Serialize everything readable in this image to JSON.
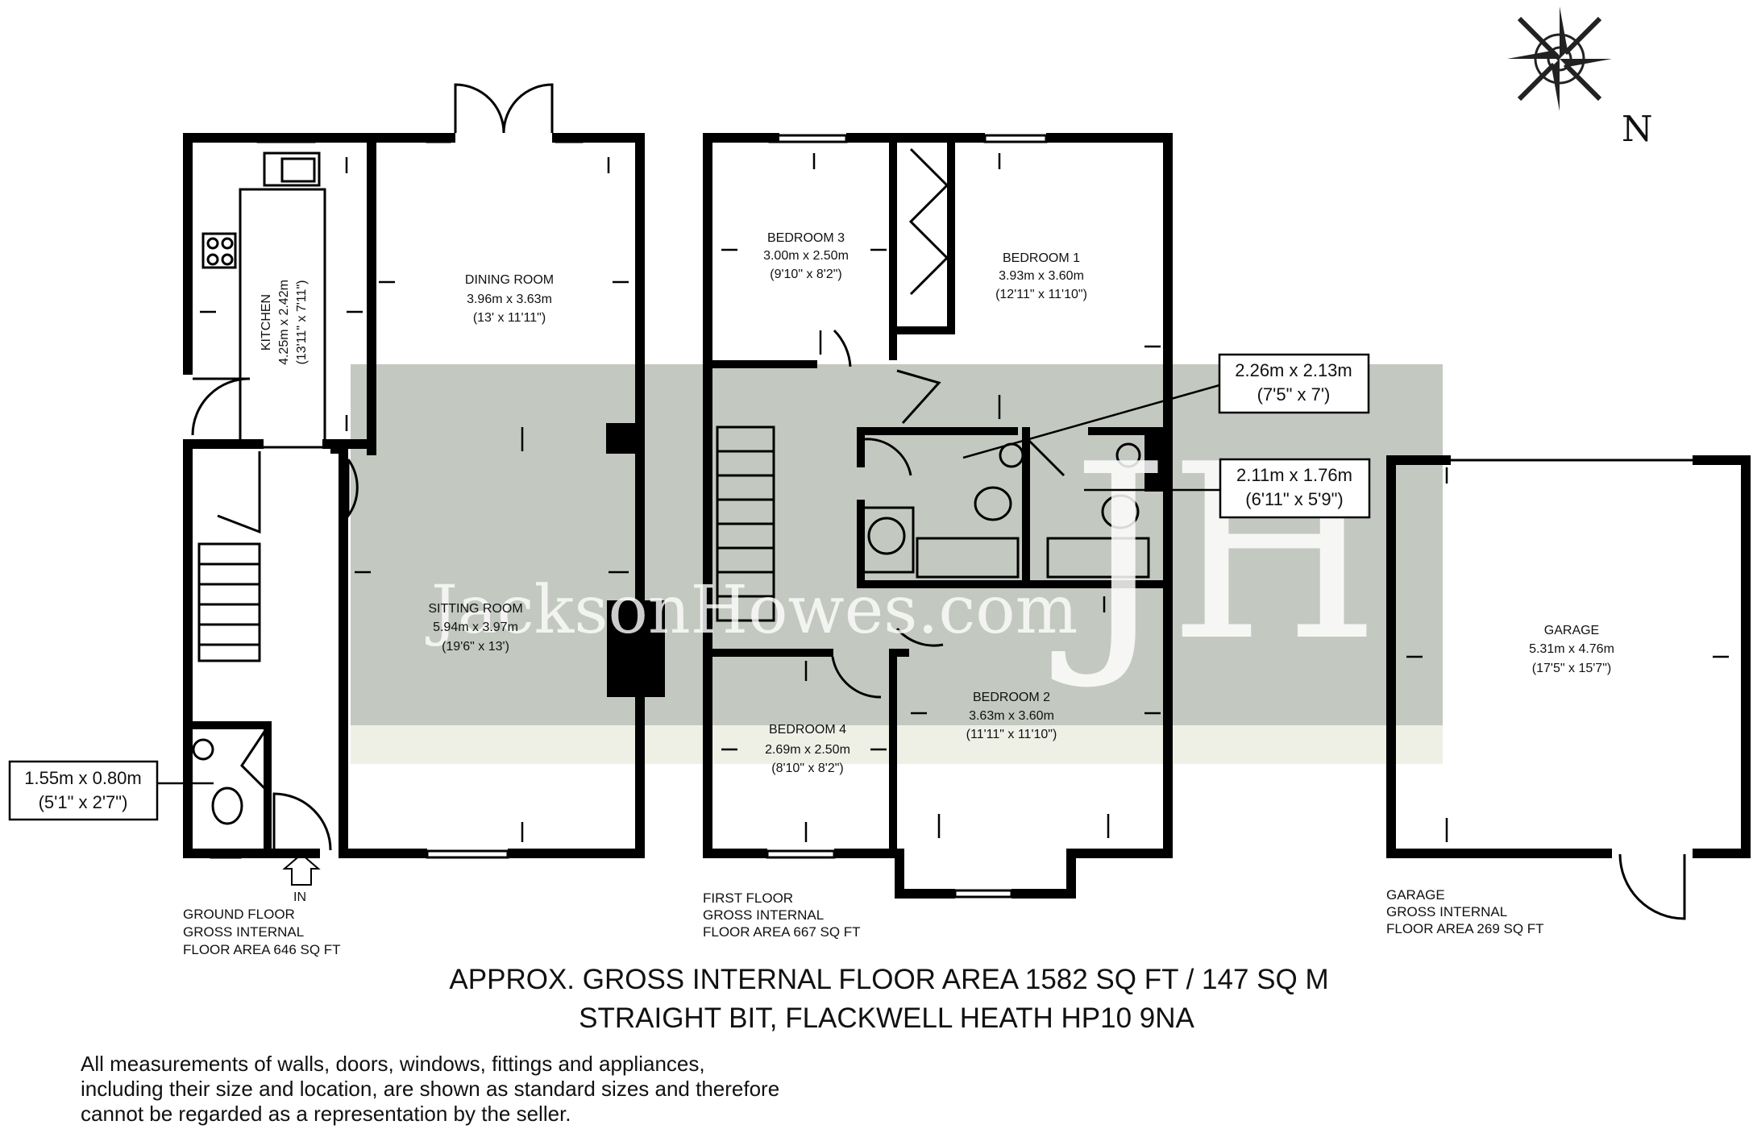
{
  "watermark": {
    "text": "JacksonHowes.com",
    "monogram": "JH",
    "band_color": "#b9bfb5"
  },
  "compass": {
    "label": "N"
  },
  "ground_floor": {
    "kitchen": {
      "name": "KITCHEN",
      "metric": "4.25m x 2.42m",
      "imperial": "(13'11\" x 7'11\")"
    },
    "dining_room": {
      "name": "DINING ROOM",
      "metric": "3.96m x 3.63m",
      "imperial": "(13' x 11'11\")"
    },
    "sitting_room": {
      "name": "SITTING ROOM",
      "metric": "5.94m x 3.97m",
      "imperial": "(19'6\" x 13')"
    },
    "wc_callout": {
      "metric": "1.55m x 0.80m",
      "imperial": "(5'1\" x 2'7\")"
    },
    "entrance": "IN",
    "area": [
      "GROUND FLOOR",
      "GROSS INTERNAL",
      "FLOOR AREA 646 SQ FT"
    ]
  },
  "first_floor": {
    "bedroom3": {
      "name": "BEDROOM 3",
      "metric": "3.00m x 2.50m",
      "imperial": "(9'10\" x 8'2\")"
    },
    "bedroom1": {
      "name": "BEDROOM 1",
      "metric": "3.93m x 3.60m",
      "imperial": "(12'11\" x 11'10\")"
    },
    "bedroom4": {
      "name": "BEDROOM 4",
      "metric": "2.69m x 2.50m",
      "imperial": "(8'10\" x 8'2\")"
    },
    "bedroom2": {
      "name": "BEDROOM 2",
      "metric": "3.63m x 3.60m",
      "imperial": "(11'11\" x 11'10\")"
    },
    "bath1_callout": {
      "metric": "2.26m x 2.13m",
      "imperial": "(7'5\" x 7')"
    },
    "bath2_callout": {
      "metric": "2.11m x 1.76m",
      "imperial": "(6'11\" x 5'9\")"
    },
    "area": [
      "FIRST FLOOR",
      "GROSS INTERNAL",
      "FLOOR AREA 667 SQ FT"
    ]
  },
  "garage": {
    "room": {
      "name": "GARAGE",
      "metric": "5.31m x 4.76m",
      "imperial": "(17'5\" x 15'7\")"
    },
    "area": [
      "GARAGE",
      "GROSS INTERNAL",
      "FLOOR AREA 269 SQ FT"
    ]
  },
  "summary": {
    "total": "APPROX. GROSS INTERNAL FLOOR AREA 1582 SQ FT / 147 SQ M",
    "address": "STRAIGHT BIT, FLACKWELL HEATH HP10 9NA"
  },
  "disclaimer": [
    "All measurements of walls, doors, windows, fittings and appliances,",
    "including their size and location, are shown as standard sizes and therefore",
    "cannot be regarded as a representation by the seller."
  ]
}
